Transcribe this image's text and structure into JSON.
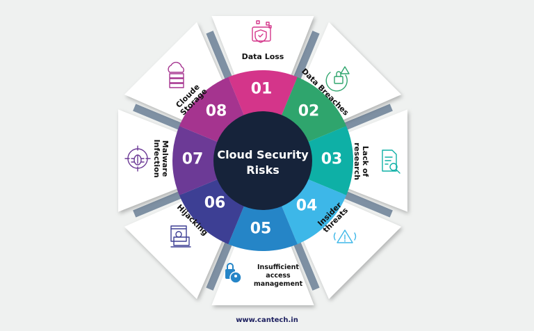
{
  "center": {
    "title_line1": "Cloud Security",
    "title_line2": "Risks",
    "color": "#16233a"
  },
  "segments": [
    {
      "number": "01",
      "label": [
        "Data Loss"
      ],
      "color": "#d4358a",
      "icon": "shield-folder-icon"
    },
    {
      "number": "02",
      "label": [
        "Data Breaches"
      ],
      "color": "#2fa56d",
      "icon": "lock-warning-icon"
    },
    {
      "number": "03",
      "label": [
        "Lack of",
        "research"
      ],
      "color": "#0eb0a6",
      "icon": "document-search-icon"
    },
    {
      "number": "04",
      "label": [
        "Insider",
        "threats"
      ],
      "color": "#3db7e8",
      "icon": "warning-alarm-icon"
    },
    {
      "number": "05",
      "label": [
        "Insufficient",
        "access",
        "management"
      ],
      "color": "#2585c7",
      "icon": "lock-user-gear-icon"
    },
    {
      "number": "06",
      "label": [
        "Hijacking"
      ],
      "color": "#3d3f94",
      "icon": "hacker-laptop-icon"
    },
    {
      "number": "07",
      "label": [
        "Malware",
        "Infection"
      ],
      "color": "#6c3a96",
      "icon": "bug-target-icon"
    },
    {
      "number": "08",
      "label": [
        "Cloude",
        "Storage"
      ],
      "color": "#a5348f",
      "icon": "cloud-server-icon"
    }
  ],
  "gap_color": "#7e90a3",
  "footer": {
    "url": "www.cantech.in"
  }
}
